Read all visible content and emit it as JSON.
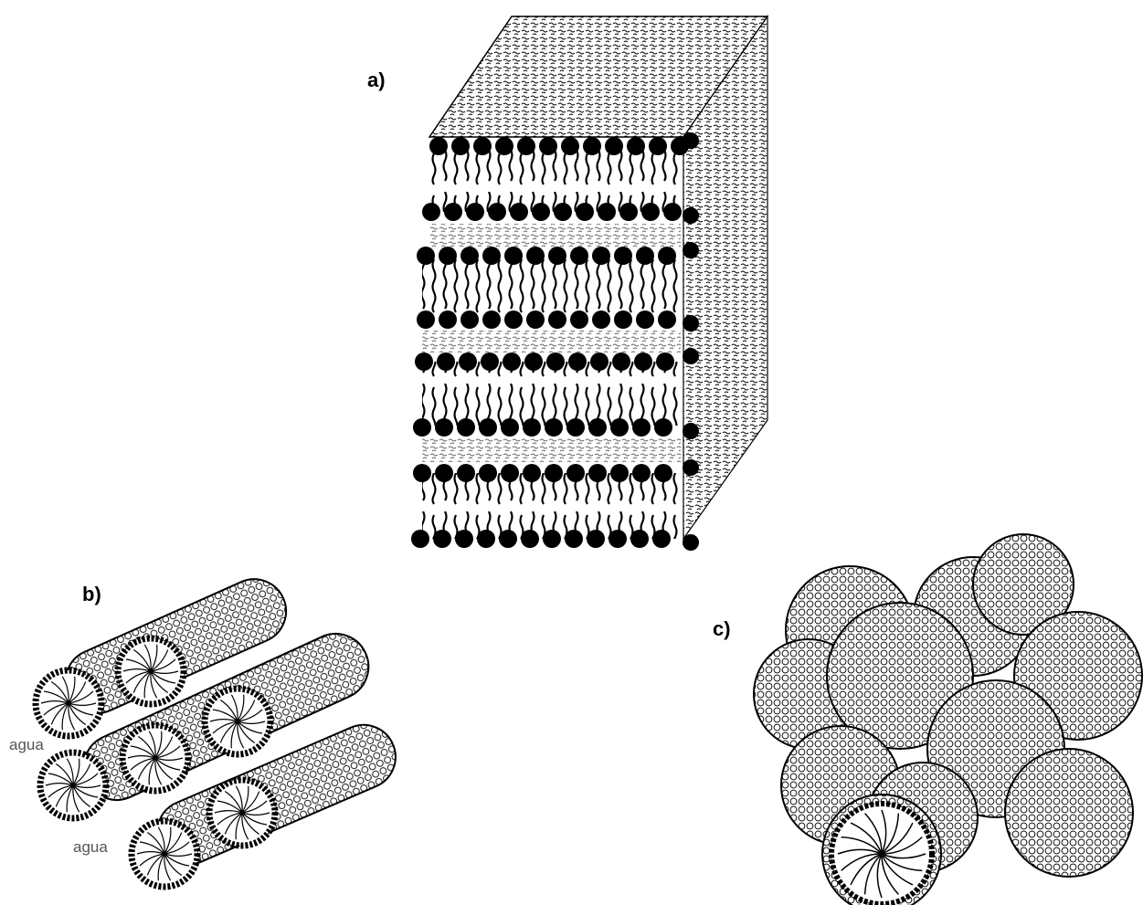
{
  "labels": {
    "a": "a)",
    "b": "b)",
    "c": "c)"
  },
  "panel_b": {
    "water_label_1": "agua",
    "water_label_2": "agua"
  },
  "colors": {
    "ink": "#000000",
    "paper": "#ffffff",
    "label_gray": "#555555"
  }
}
